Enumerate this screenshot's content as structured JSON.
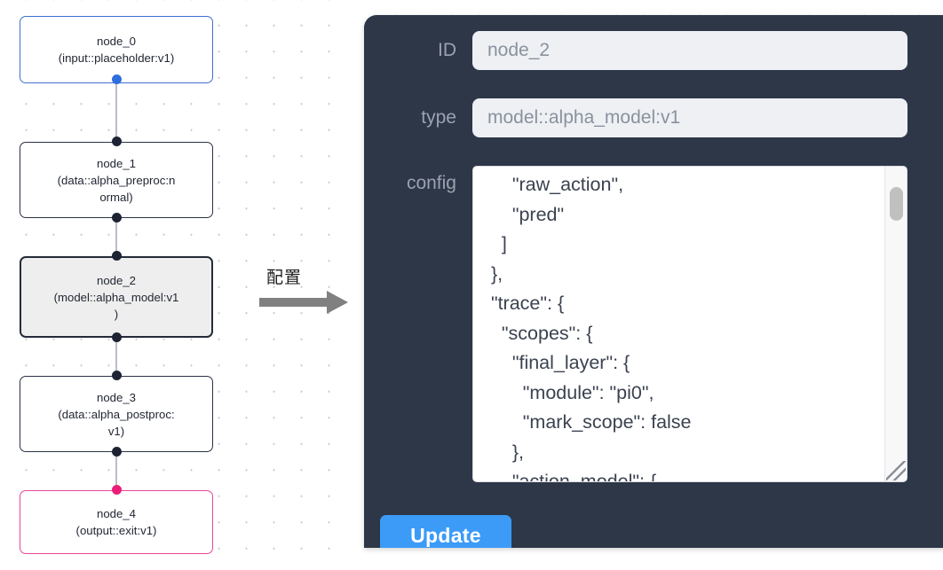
{
  "graph": {
    "nodes": [
      {
        "id": "node_0",
        "type": "(input::placeholder:v1)",
        "state": "input"
      },
      {
        "id": "node_1",
        "type": "(data::alpha_preproc:normal)",
        "type_line1": "(data::alpha_preproc:n",
        "type_line2": "ormal)",
        "state": "default"
      },
      {
        "id": "node_2",
        "type": "(model::alpha_model:v1)",
        "type_line1": "(model::alpha_model:v1",
        "type_line2": ")",
        "state": "selected"
      },
      {
        "id": "node_3",
        "type": "(data::alpha_postproc:v1)",
        "type_line1": "(data::alpha_postproc:",
        "type_line2": "v1)",
        "state": "default"
      },
      {
        "id": "node_4",
        "type": "(output::exit:v1)",
        "state": "output"
      }
    ],
    "edges": [
      {
        "from": "node_0",
        "to": "node_1"
      },
      {
        "from": "node_1",
        "to": "node_2"
      },
      {
        "from": "node_2",
        "to": "node_3"
      },
      {
        "from": "node_3",
        "to": "node_4"
      }
    ],
    "colors": {
      "input_border": "#3f6fd1",
      "output_border": "#e8469b",
      "default_border": "#2b3245",
      "selected_fill": "#eeeeee",
      "edge": "#b9bdc6",
      "port": "#1d2333",
      "port_input": "#2f6fdc",
      "port_output": "#ea1e79"
    }
  },
  "transition": {
    "label": "配置",
    "arrow_icon": "right-arrow-icon"
  },
  "config_panel": {
    "background": "#2e3748",
    "fields": [
      {
        "key": "id",
        "label": "ID",
        "value": "node_2"
      },
      {
        "key": "type",
        "label": "type",
        "value": "model::alpha_model:v1"
      }
    ],
    "id_label": "ID",
    "id_value": "node_2",
    "type_label": "type",
    "type_value": "model::alpha_model:v1",
    "config_label": "config",
    "config_value": "      \"raw_action\",\n      \"pred\"\n    ]\n  },\n  \"trace\": {\n    \"scopes\": {\n      \"final_layer\": {\n        \"module\": \"pi0\",\n        \"mark_scope\": false\n      },\n      \"action_model\": {",
    "scrollbar": {
      "name": "vertical-scrollbar",
      "thumb_position_pct": 8
    },
    "resize_handle": "resize-grip-icon",
    "update_button": {
      "label": "Update",
      "color": "#3c9bf7"
    }
  }
}
